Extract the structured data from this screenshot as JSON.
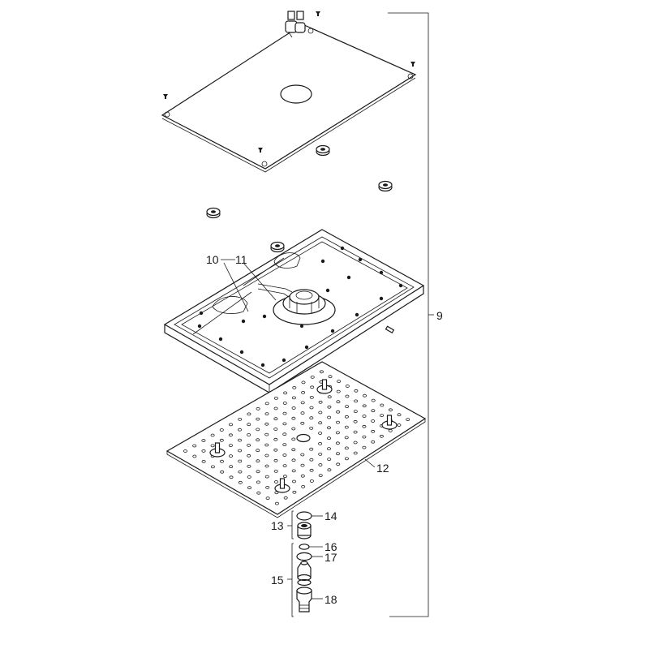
{
  "callouts": {
    "c9": "9",
    "c10": "10",
    "c11": "11",
    "c12": "12",
    "c13": "13",
    "c14": "14",
    "c15": "15",
    "c16": "16",
    "c17": "17",
    "c18": "18"
  },
  "colors": {
    "line": "#1a1a1a",
    "background": "#ffffff"
  }
}
